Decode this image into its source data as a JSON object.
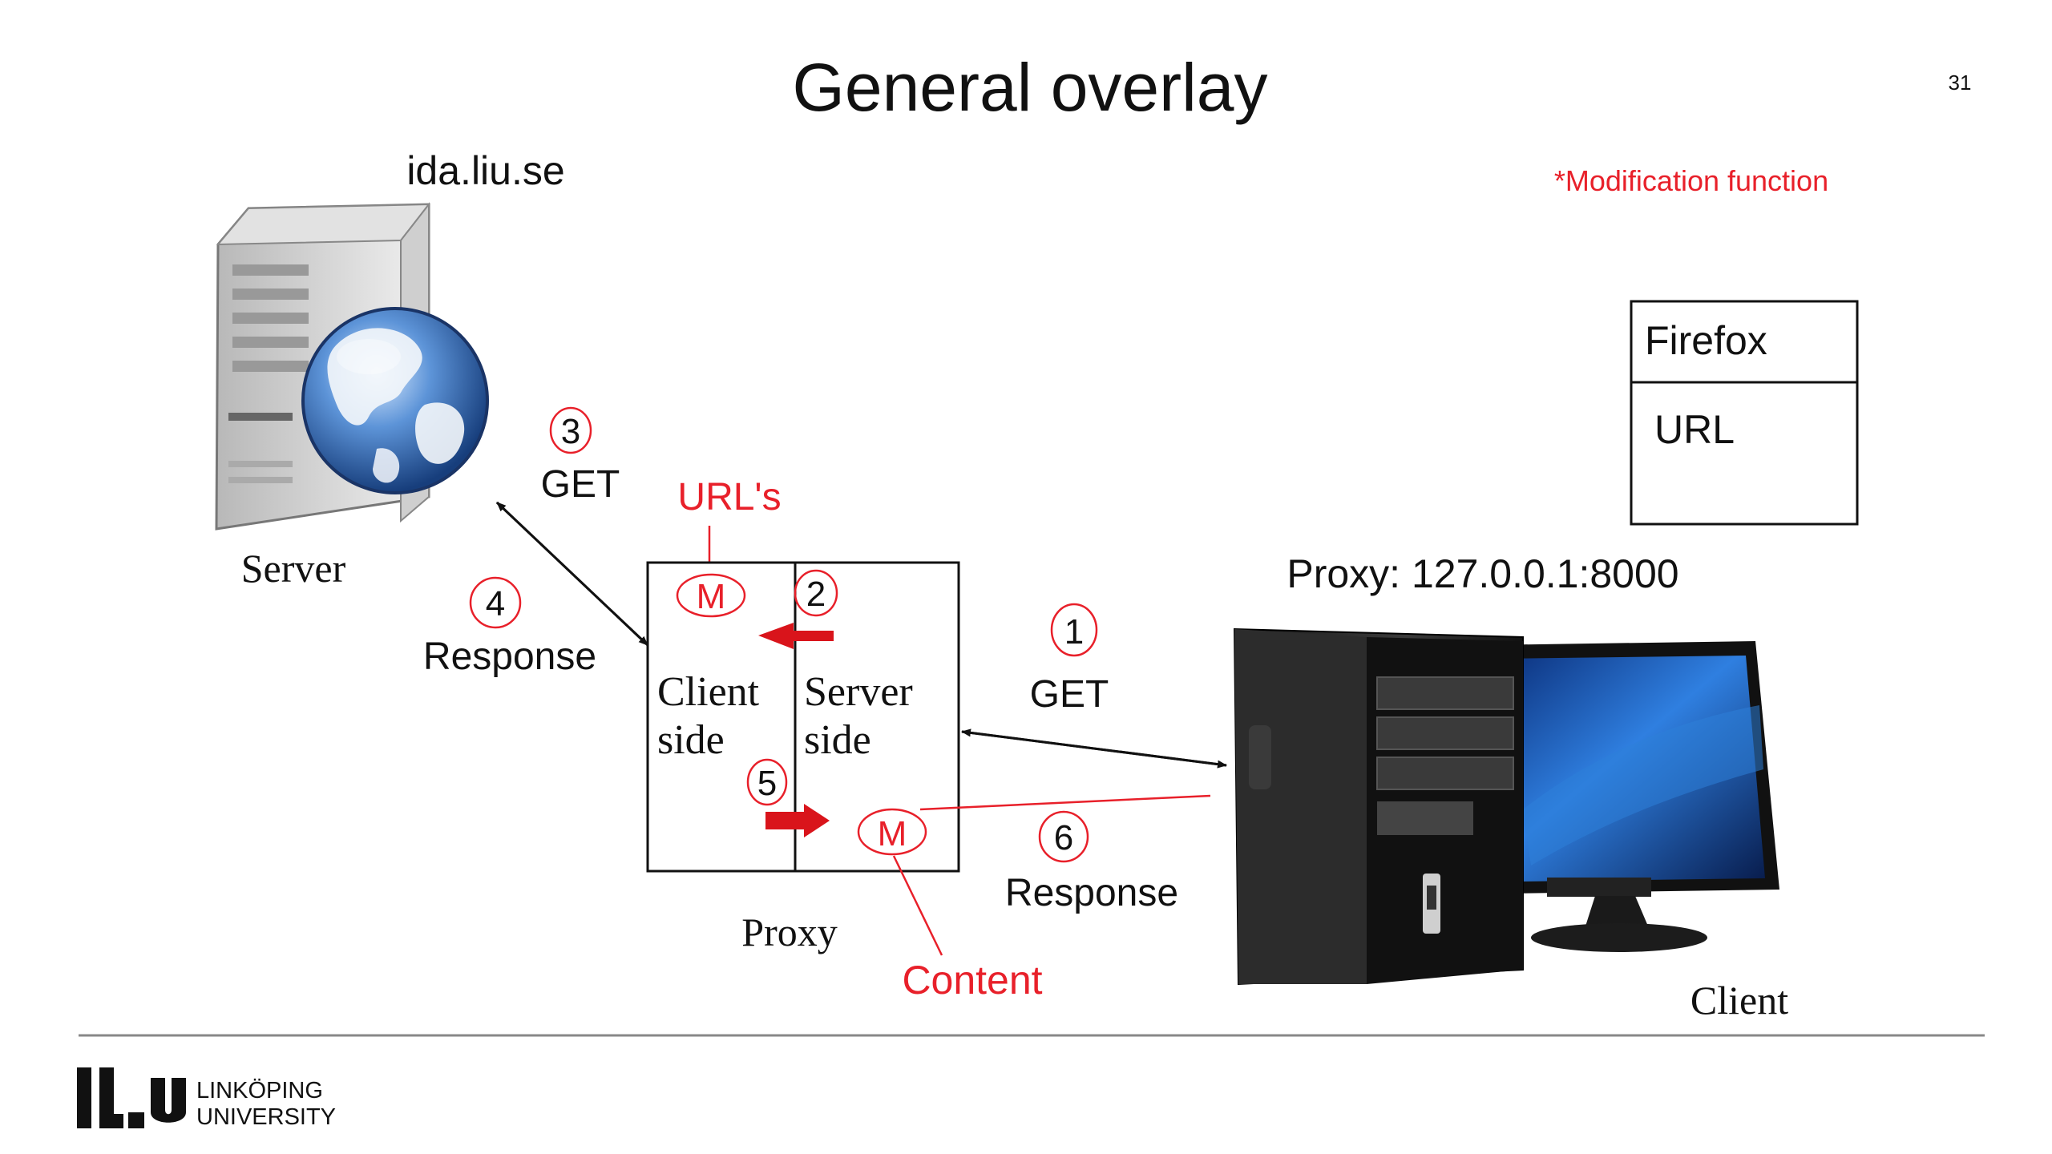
{
  "slide": {
    "title": "General overlay",
    "page_number": "31",
    "note": "*Modification function"
  },
  "server": {
    "hostname": "ida.liu.se",
    "label": "Server"
  },
  "client": {
    "proxy_setting": "Proxy: 127.0.0.1:8000",
    "label": "Client"
  },
  "browser_box": {
    "title": "Firefox",
    "field": "URL"
  },
  "proxy": {
    "label": "Proxy",
    "client_side": [
      "Client",
      "side"
    ],
    "server_side": [
      "Server",
      "side"
    ],
    "urls_label": "URL's",
    "content_label": "Content",
    "modifier": "M"
  },
  "steps": [
    {
      "num": "1",
      "label": "GET"
    },
    {
      "num": "2",
      "label": ""
    },
    {
      "num": "3",
      "label": "GET"
    },
    {
      "num": "4",
      "label": "Response"
    },
    {
      "num": "5",
      "label": ""
    },
    {
      "num": "6",
      "label": "Response"
    }
  ],
  "footer": {
    "logo_mark": "LiU",
    "logo_line1": "LINKÖPING",
    "logo_line2": "UNIVERSITY"
  },
  "colors": {
    "accent_red": "#e8202a",
    "text": "#111111",
    "rule": "#888888"
  }
}
